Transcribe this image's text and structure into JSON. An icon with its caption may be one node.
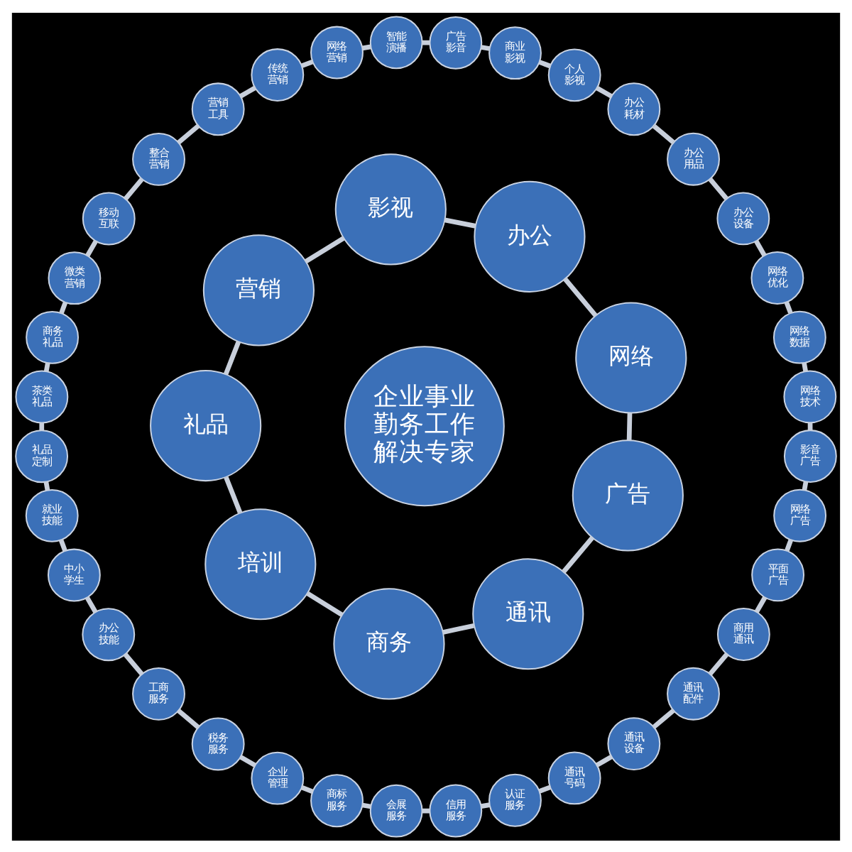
{
  "diagram": {
    "nodes": [
      {
        "text": [
          "企业事业勤务工作解决专家"
        ]
      },
      {
        "text": [
          "网络"
        ]
      },
      {
        "text": [
          "办公"
        ]
      },
      {
        "text": [
          "影视"
        ]
      },
      {
        "text": [
          "营销"
        ]
      },
      {
        "text": [
          "礼品"
        ]
      },
      {
        "text": [
          "培训"
        ]
      },
      {
        "text": [
          "商务"
        ]
      },
      {
        "text": [
          "通讯"
        ]
      },
      {
        "text": [
          "广告"
        ]
      },
      {
        "text": [
          "网络技术"
        ]
      },
      {
        "text": [
          "网络数据"
        ]
      },
      {
        "text": [
          "网络优化"
        ]
      },
      {
        "text": [
          "办公设备"
        ]
      },
      {
        "text": [
          "办公用品"
        ]
      },
      {
        "text": [
          "办公耗材"
        ]
      },
      {
        "text": [
          "个人影视"
        ]
      },
      {
        "text": [
          "商业影视"
        ]
      },
      {
        "text": [
          "广告影音"
        ]
      },
      {
        "text": [
          "智能演播"
        ]
      },
      {
        "text": [
          "网络营销"
        ]
      },
      {
        "text": [
          "传统营销"
        ]
      },
      {
        "text": [
          "营销工具"
        ]
      },
      {
        "text": [
          "整合营销"
        ]
      },
      {
        "text": [
          "移动互联"
        ]
      },
      {
        "text": [
          "微类营销"
        ]
      },
      {
        "text": [
          "商务礼品"
        ]
      },
      {
        "text": [
          "茶类礼品"
        ]
      },
      {
        "text": [
          "礼品定制"
        ]
      },
      {
        "text": [
          "就业技能"
        ]
      },
      {
        "text": [
          "中小学生"
        ]
      },
      {
        "text": [
          "办公技能"
        ]
      },
      {
        "text": [
          "工商服务"
        ]
      },
      {
        "text": [
          "税务服务"
        ]
      },
      {
        "text": [
          "企业管理"
        ]
      },
      {
        "text": [
          "商标服务"
        ]
      },
      {
        "text": [
          "会展服务"
        ]
      },
      {
        "text": [
          "信用服务"
        ]
      },
      {
        "text": [
          "认证服务"
        ]
      },
      {
        "text": [
          "通讯号码"
        ]
      },
      {
        "text": [
          "通讯设备"
        ]
      },
      {
        "text": [
          "通讯配件"
        ]
      },
      {
        "text": [
          "商用通讯"
        ]
      },
      {
        "text": [
          "平面广告"
        ]
      },
      {
        "text": [
          "网络广告"
        ]
      },
      {
        "text": [
          "影音广告"
        ]
      }
    ],
    "edges": [
      {
        "from": 1,
        "to": 2,
        "arrow": "none"
      },
      {
        "from": 2,
        "to": 3,
        "arrow": "none"
      },
      {
        "from": 3,
        "to": 4,
        "arrow": "none"
      },
      {
        "from": 4,
        "to": 5,
        "arrow": "none"
      },
      {
        "from": 5,
        "to": 6,
        "arrow": "none"
      },
      {
        "from": 6,
        "to": 7,
        "arrow": "none"
      },
      {
        "from": 7,
        "to": 8,
        "arrow": "none"
      },
      {
        "from": 8,
        "to": 9,
        "arrow": "none"
      },
      {
        "from": 9,
        "to": 1,
        "arrow": "none"
      },
      {
        "from": 10,
        "to": 11,
        "arrow": "none"
      },
      {
        "from": 11,
        "to": 12,
        "arrow": "none"
      },
      {
        "from": 12,
        "to": 13,
        "arrow": "none"
      },
      {
        "from": 13,
        "to": 14,
        "arrow": "none"
      },
      {
        "from": 14,
        "to": 15,
        "arrow": "none"
      },
      {
        "from": 15,
        "to": 16,
        "arrow": "none"
      },
      {
        "from": 16,
        "to": 17,
        "arrow": "none"
      },
      {
        "from": 17,
        "to": 18,
        "arrow": "none"
      },
      {
        "from": 18,
        "to": 19,
        "arrow": "none"
      },
      {
        "from": 19,
        "to": 20,
        "arrow": "none"
      },
      {
        "from": 20,
        "to": 21,
        "arrow": "none"
      },
      {
        "from": 21,
        "to": 22,
        "arrow": "none"
      },
      {
        "from": 22,
        "to": 23,
        "arrow": "none"
      },
      {
        "from": 23,
        "to": 24,
        "arrow": "none"
      },
      {
        "from": 24,
        "to": 25,
        "arrow": "none"
      },
      {
        "from": 25,
        "to": 26,
        "arrow": "none"
      },
      {
        "from": 26,
        "to": 27,
        "arrow": "none"
      },
      {
        "from": 27,
        "to": 28,
        "arrow": "none"
      },
      {
        "from": 28,
        "to": 29,
        "arrow": "none"
      },
      {
        "from": 29,
        "to": 30,
        "arrow": "none"
      },
      {
        "from": 30,
        "to": 31,
        "arrow": "none"
      },
      {
        "from": 31,
        "to": 32,
        "arrow": "none"
      },
      {
        "from": 32,
        "to": 33,
        "arrow": "none"
      },
      {
        "from": 33,
        "to": 34,
        "arrow": "none"
      },
      {
        "from": 34,
        "to": 35,
        "arrow": "none"
      },
      {
        "from": 35,
        "to": 36,
        "arrow": "none"
      },
      {
        "from": 36,
        "to": 37,
        "arrow": "none"
      },
      {
        "from": 37,
        "to": 38,
        "arrow": "none"
      },
      {
        "from": 38,
        "to": 39,
        "arrow": "none"
      },
      {
        "from": 39,
        "to": 40,
        "arrow": "none"
      },
      {
        "from": 40,
        "to": 41,
        "arrow": "none"
      },
      {
        "from": 41,
        "to": 42,
        "arrow": "none"
      },
      {
        "from": 42,
        "to": 43,
        "arrow": "none"
      },
      {
        "from": 43,
        "to": 44,
        "arrow": "none"
      },
      {
        "from": 44,
        "to": 45,
        "arrow": "none"
      },
      {
        "from": 45,
        "to": 10,
        "arrow": "none"
      }
    ]
  }
}
